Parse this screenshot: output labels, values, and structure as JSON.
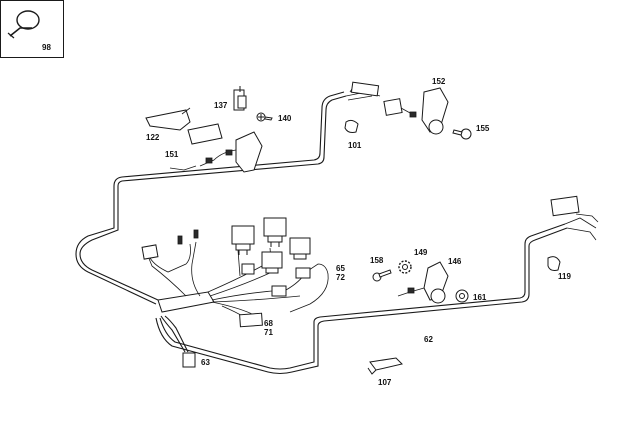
{
  "callouts": {
    "c98": "98",
    "c137": "137",
    "c140": "140",
    "c122": "122",
    "c151": "151",
    "c101": "101",
    "c152": "152",
    "c155": "155",
    "c158": "158",
    "c149": "149",
    "c146": "146",
    "c161": "161",
    "c119": "119",
    "c65": "65",
    "c72": "72",
    "c68": "68",
    "c71": "71",
    "c63": "63",
    "c62": "62",
    "c107": "107"
  }
}
